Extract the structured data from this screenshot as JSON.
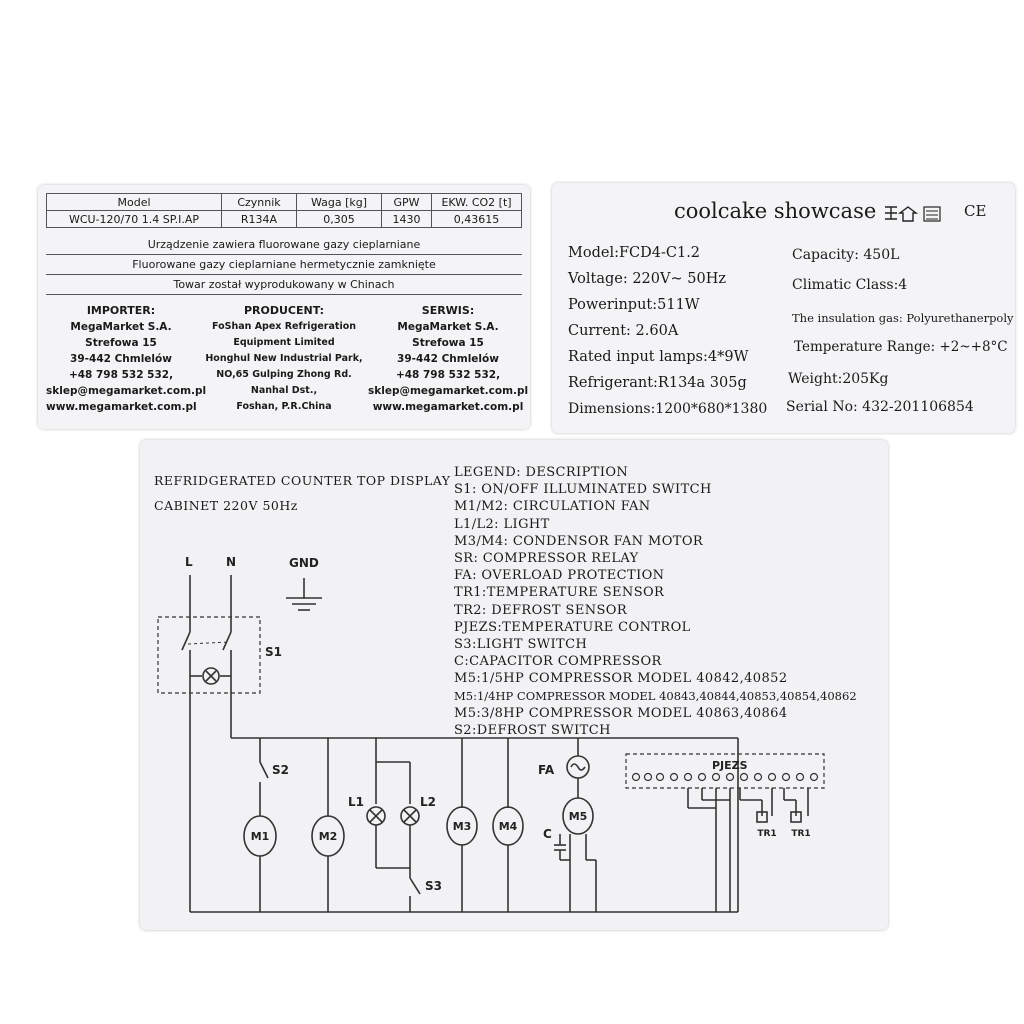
{
  "label1": {
    "headers": [
      "Model",
      "Czynnik",
      "Waga [kg]",
      "GPW",
      "EKW. CO2 [t]"
    ],
    "values": [
      "WCU-120/70 1.4 SP.I.AP",
      "R134A",
      "0,305",
      "1430",
      "0,43615"
    ],
    "lines": [
      "Urządzenie zawiera fluorowane gazy cieplarniane",
      "Fluorowane gazy cieplarniane hermetycznie zamknięte",
      "Towar został wyprodukowany w Chinach"
    ],
    "importer": {
      "heading": "IMPORTER:",
      "lines": [
        "MegaMarket S.A.",
        "Strefowa 15",
        "39-442 Chmlelów",
        "+48 798 532 532,",
        "sklep@megamarket.com.pl",
        "www.megamarket.com.pl"
      ]
    },
    "producer": {
      "heading": "PRODUCENT:",
      "lines": [
        "FoShan Apex Refrigeration",
        "Equipment Limited",
        "Honghul New Industrial Park,",
        "NO,65 Gulping Zhong Rd.",
        "Nanhal Dst.,",
        "Foshan, P.R.China"
      ]
    },
    "service": {
      "heading": "SERWIS:",
      "lines": [
        "MegaMarket S.A.",
        "Strefowa 15",
        "39-442 Chmlelów",
        "+48 798 532 532,",
        "sklep@megamarket.com.pl",
        "www.megamarket.com.pl"
      ]
    }
  },
  "label2": {
    "brand": "coolcake showcase",
    "ce": "CE",
    "left": [
      "Model:FCD4-C1.2",
      "Voltage: 220V~ 50Hz",
      "Powerinput:511W",
      "Current: 2.60A",
      "Rated input lamps:4*9W",
      "Refrigerant:R134a 305g",
      "Dimensions:1200*680*1380"
    ],
    "right": [
      "Capacity: 450L",
      "Climatic Class:4",
      "The insulation gas: Polyurethanerpoly",
      "Temperature Range: +2~+8°C",
      "Weight:205Kg",
      "Serial No: 432-201106854"
    ]
  },
  "label3": {
    "title": [
      "REFRIDGERATED COUNTER TOP DISPLAY",
      "CABINET 220V 50Hz"
    ],
    "legend": [
      "LEGEND: DESCRIPTION",
      "S1:  ON/OFF ILLUMINATED SWITCH",
      "M1/M2: CIRCULATION FAN",
      "L1/L2: LIGHT",
      "M3/M4: CONDENSOR FAN MOTOR",
      "SR: COMPRESSOR RELAY",
      "FA: OVERLOAD PROTECTION",
      "TR1:TEMPERATURE SENSOR",
      "TR2: DEFROST SENSOR",
      "PJEZS:TEMPERATURE CONTROL",
      "S3:LIGHT SWITCH",
      "C:CAPACITOR COMPRESSOR",
      "M5:1/5HP COMPRESSOR MODEL 40842,40852",
      "M5:1/4HP COMPRESSOR MODEL 40843,40844,40853,40854,40862",
      "M5:3/8HP COMPRESSOR MODEL 40863,40864",
      "S2:DEFROST SWITCH"
    ],
    "diagram": {
      "L": "L",
      "N": "N",
      "GND": "GND",
      "S1": "S1",
      "S2": "S2",
      "S3": "S3",
      "M1": "M1",
      "M2": "M2",
      "L1": "L1",
      "L2": "L2",
      "M3": "M3",
      "M4": "M4",
      "FA": "FA",
      "M5": "M5",
      "C": "C",
      "PJEZS": "PJEZS",
      "TR1": "TR1",
      "TR2": "TR1"
    }
  }
}
